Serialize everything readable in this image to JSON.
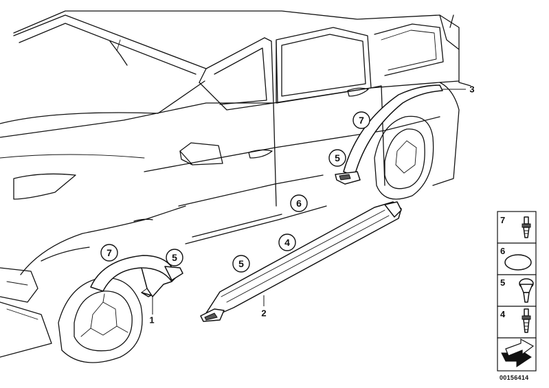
{
  "figure": {
    "callouts": {
      "fender_front_clip": "7",
      "fender_front_cap": "5",
      "wheel_arch_front": "1",
      "sill_cap": "5",
      "sill_screw": "4",
      "sill_trim": "2",
      "body_plug": "6",
      "fender_rear_clip": "7",
      "fender_rear_cap": "5",
      "wheel_arch_rear": "3"
    },
    "legend": [
      {
        "number": "7",
        "icon": "screw-clip-icon"
      },
      {
        "number": "6",
        "icon": "round-plug-icon"
      },
      {
        "number": "5",
        "icon": "expanding-rivet-icon"
      },
      {
        "number": "4",
        "icon": "screw-clip-icon"
      }
    ],
    "reference_number": "00156414",
    "colors": {
      "ink": "#111111",
      "paper": "#ffffff"
    }
  }
}
